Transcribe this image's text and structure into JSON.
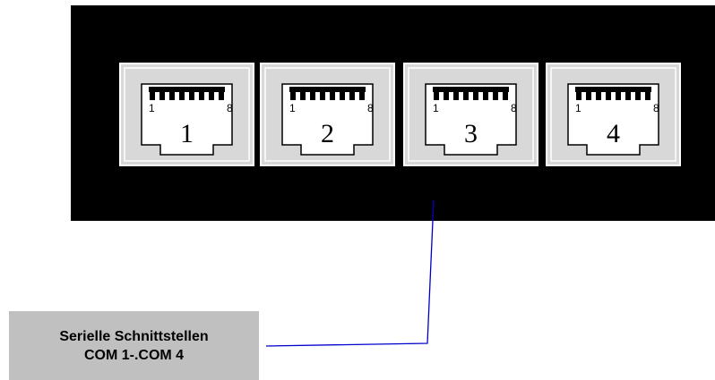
{
  "ports": [
    {
      "number": "1",
      "pin_first": "1",
      "pin_last": "8"
    },
    {
      "number": "2",
      "pin_first": "1",
      "pin_last": "8"
    },
    {
      "number": "3",
      "pin_first": "1",
      "pin_last": "8"
    },
    {
      "number": "4",
      "pin_first": "1",
      "pin_last": "8"
    }
  ],
  "callout": {
    "line1": "Serielle Schnittstellen",
    "line2": "COM 1-.COM 4",
    "line_color": "#0000cc"
  },
  "colors": {
    "panel": "#000000",
    "port_face": "#d8d8d8",
    "label_box": "#c0c0c0"
  }
}
